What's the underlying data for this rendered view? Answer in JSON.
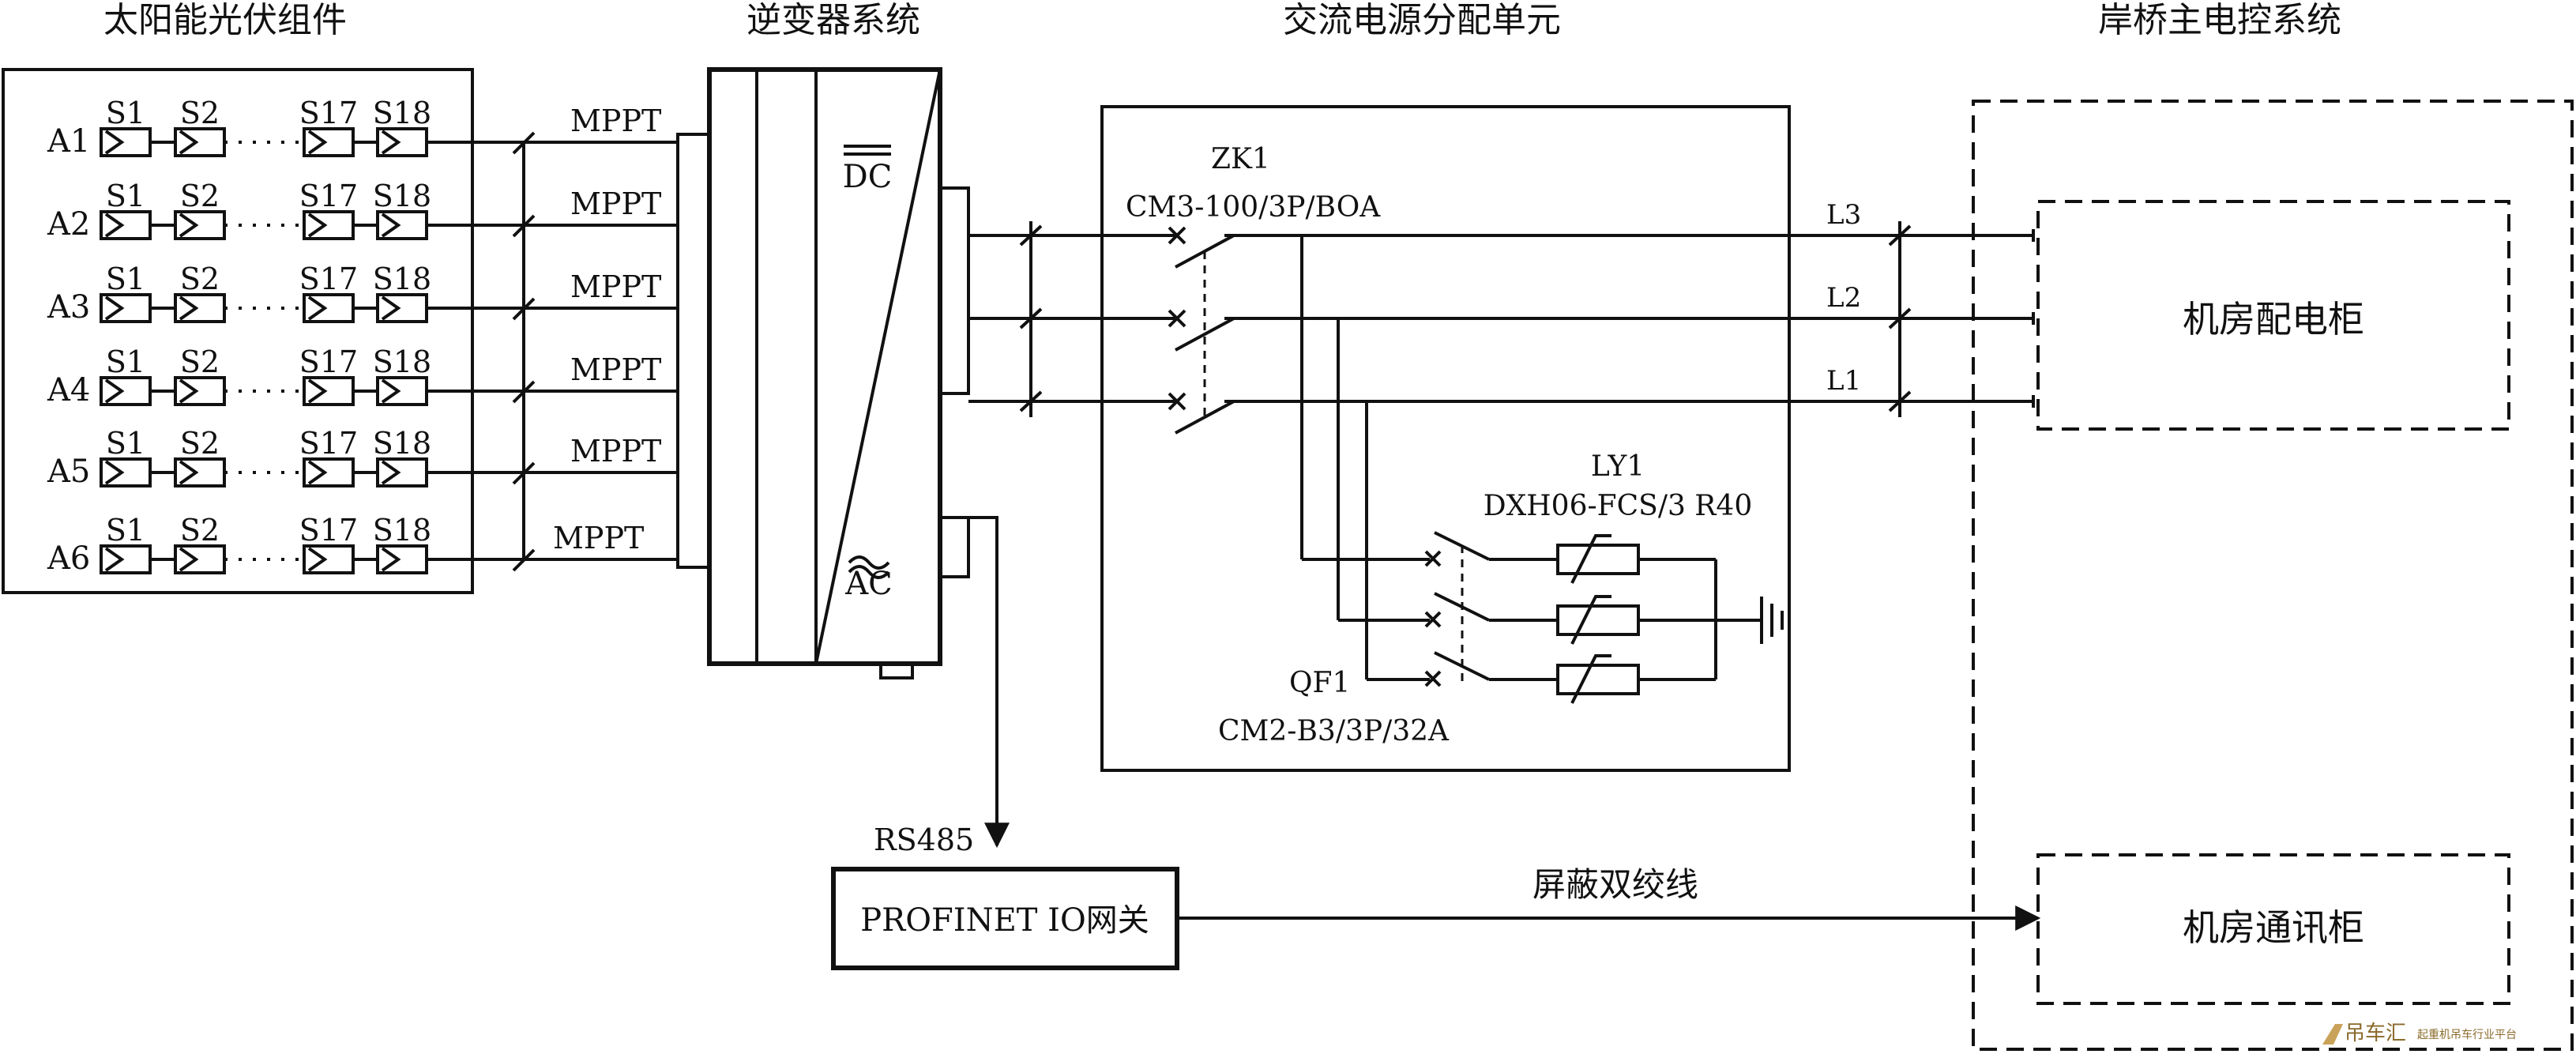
{
  "headers": {
    "pv": "太阳能光伏组件",
    "inverter": "逆变器系统",
    "ac_unit": "交流电源分配单元",
    "bridge": "岸桥主电控系统"
  },
  "pv_rows": [
    {
      "label": "A1",
      "modules": [
        "S1",
        "S2",
        "S17",
        "S18"
      ],
      "mppt": "MPPT"
    },
    {
      "label": "A2",
      "modules": [
        "S1",
        "S2",
        "S17",
        "S18"
      ],
      "mppt": "MPPT"
    },
    {
      "label": "A3",
      "modules": [
        "S1",
        "S2",
        "S17",
        "S18"
      ],
      "mppt": "MPPT"
    },
    {
      "label": "A4",
      "modules": [
        "S1",
        "S2",
        "S17",
        "S18"
      ],
      "mppt": "MPPT"
    },
    {
      "label": "A5",
      "modules": [
        "S1",
        "S2",
        "S17",
        "S18"
      ],
      "mppt": "MPPT"
    },
    {
      "label": "A6",
      "modules": [
        "S1",
        "S2",
        "S17",
        "S18"
      ],
      "mppt": "MPPT"
    }
  ],
  "inverter": {
    "dc": "DC",
    "ac": "AC"
  },
  "zk1": {
    "name": "ZK1",
    "model": "CM3-100/3P/BOA"
  },
  "lines": [
    "L3",
    "L2",
    "L1"
  ],
  "ly1": {
    "name": "LY1",
    "model": "DXH06-FCS/3 R40"
  },
  "qf1": {
    "name": "QF1",
    "model": "CM2-B3/3P/32A"
  },
  "gateway": {
    "label": "PROFINET IO网关",
    "protocol": "RS485"
  },
  "cable": "屏蔽双绞线",
  "bridge_boxes": {
    "power": "机房配电柜",
    "comm": "机房通讯柜"
  },
  "watermark": {
    "main": "吊车汇",
    "sub": "起重机吊车行业平台"
  }
}
